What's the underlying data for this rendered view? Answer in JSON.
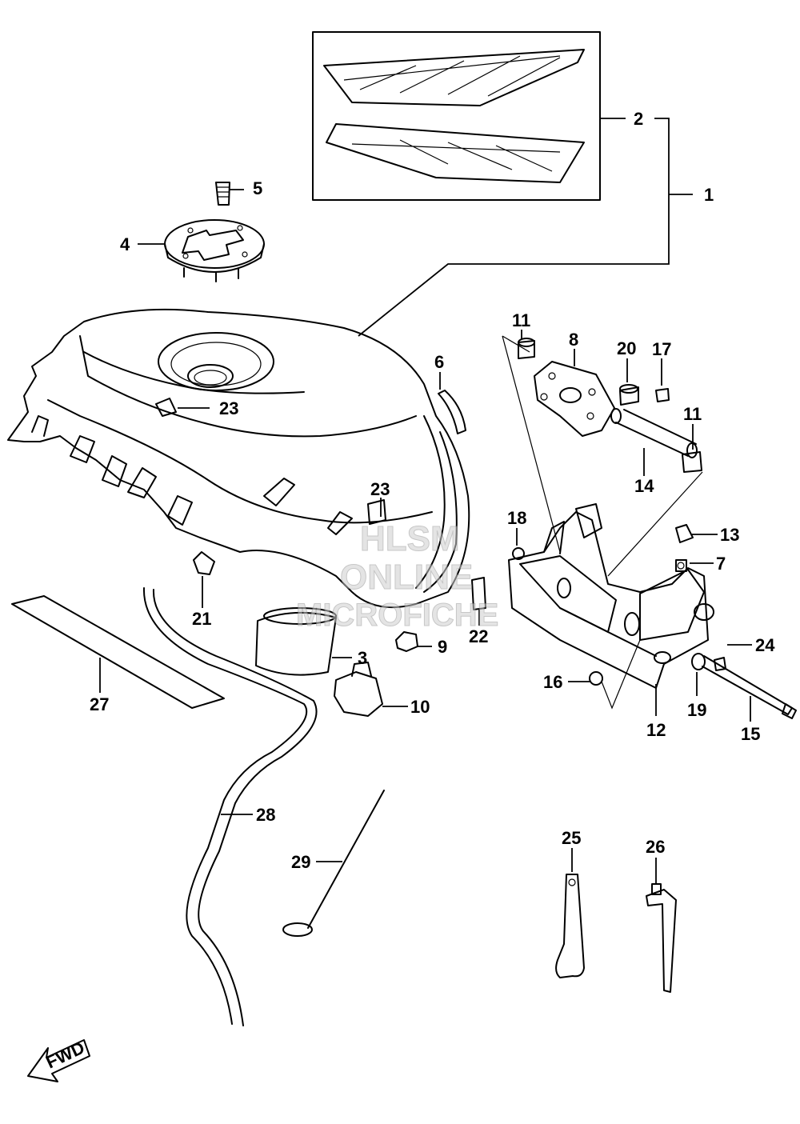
{
  "callouts": [
    "1",
    "2",
    "3",
    "4",
    "5",
    "6",
    "7",
    "8",
    "9",
    "10",
    "11",
    "12",
    "13",
    "14",
    "15",
    "16",
    "17",
    "18",
    "19",
    "20",
    "21",
    "22",
    "23",
    "24",
    "25",
    "26",
    "27",
    "28",
    "29"
  ],
  "watermark": [
    "HLSM",
    "ONLINE",
    "MICROFICHE"
  ],
  "fwd_label": "FWD"
}
